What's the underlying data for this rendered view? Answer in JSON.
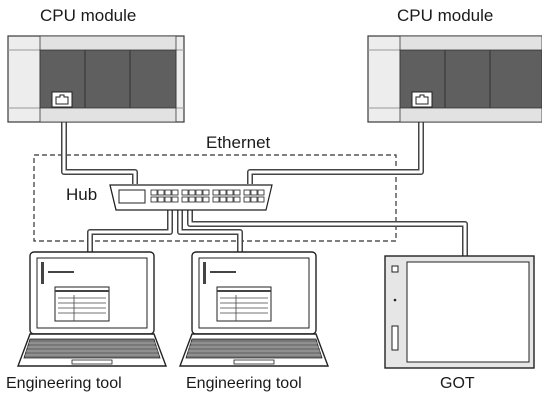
{
  "labels": {
    "cpu_left": "CPU module",
    "cpu_right": "CPU module",
    "ethernet": "Ethernet",
    "hub": "Hub",
    "tool_left": "Engineering tool",
    "tool_right": "Engineering tool",
    "got": "GOT"
  },
  "icons": [
    "cpu-module-icon",
    "ethernet-port-icon",
    "hub-icon",
    "laptop-icon",
    "got-panel-icon"
  ],
  "colors": {
    "device_dark": "#5f5f5f",
    "device_light": "#efefef",
    "outline": "#3a3a3a",
    "cable_fill": "#ffffff",
    "cable_stroke": "#444444"
  }
}
